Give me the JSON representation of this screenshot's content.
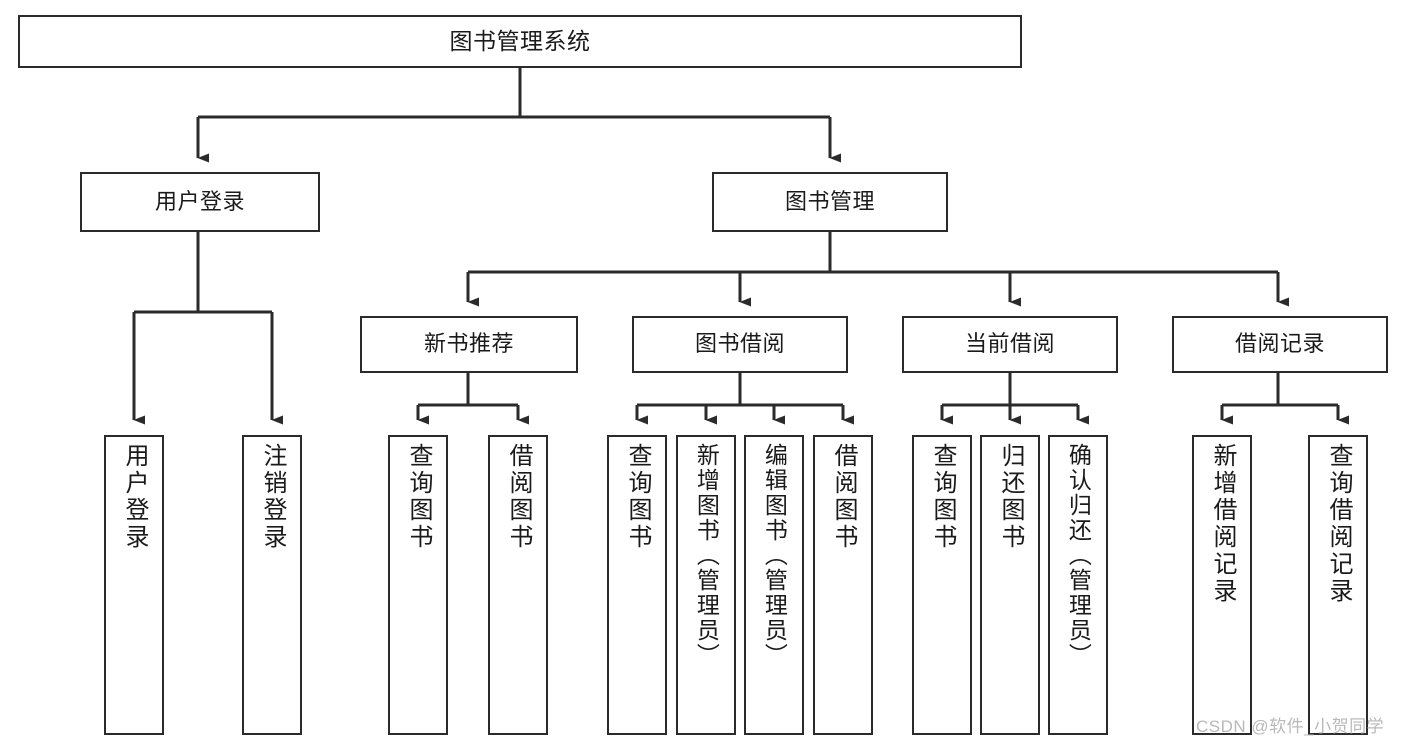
{
  "diagram": {
    "title": "图书管理系统",
    "type": "hierarchy-tree",
    "levels": 4
  },
  "nodes": {
    "root": {
      "label": "图书管理系统"
    },
    "level2": [
      {
        "key": "user_login",
        "label": "用户登录"
      },
      {
        "key": "book_manage",
        "label": "图书管理"
      }
    ],
    "level3": [
      {
        "key": "new_book_rec",
        "label": "新书推荐"
      },
      {
        "key": "book_borrow",
        "label": "图书借阅"
      },
      {
        "key": "current_borrow",
        "label": "当前借阅"
      },
      {
        "key": "borrow_record",
        "label": "借阅记录"
      }
    ],
    "leaves": {
      "user_login": [
        {
          "key": "leaf_login",
          "label": "用户登录"
        },
        {
          "key": "leaf_logout",
          "label": "注销登录"
        }
      ],
      "new_book_rec": [
        {
          "key": "leaf_query_book_1",
          "label": "查询图书"
        },
        {
          "key": "leaf_borrow_book_1",
          "label": "借阅图书"
        }
      ],
      "book_borrow": [
        {
          "key": "leaf_query_book_2",
          "label": "查询图书"
        },
        {
          "key": "leaf_add_book",
          "label": "新增图书（管理员）"
        },
        {
          "key": "leaf_edit_book",
          "label": "编辑图书（管理员）"
        },
        {
          "key": "leaf_borrow_book_2",
          "label": "借阅图书"
        }
      ],
      "current_borrow": [
        {
          "key": "leaf_query_book_3",
          "label": "查询图书"
        },
        {
          "key": "leaf_return_book",
          "label": "归还图书"
        },
        {
          "key": "leaf_confirm_return",
          "label": "确认归还（管理员）"
        }
      ],
      "borrow_record": [
        {
          "key": "leaf_add_record",
          "label": "新增借阅记录"
        },
        {
          "key": "leaf_query_record",
          "label": "查询借阅记录"
        }
      ]
    }
  },
  "watermark": {
    "text": "CSDN @软件_小贺同学"
  },
  "colors": {
    "stroke": "#2b2b2b",
    "fill": "#ffffff",
    "text": "#1a1a1a",
    "watermark": "#b9b9b9"
  }
}
